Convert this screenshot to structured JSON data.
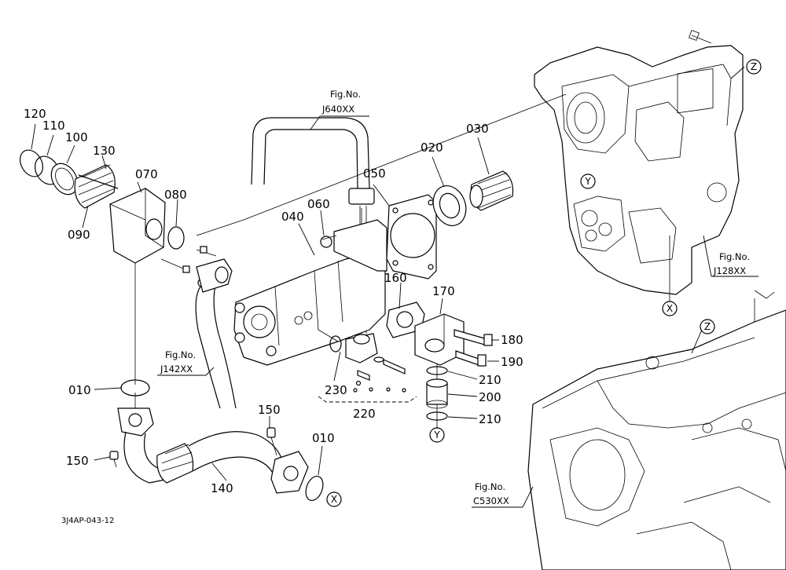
{
  "callouts": [
    {
      "id": "c120",
      "text": "120"
    },
    {
      "id": "c110",
      "text": "110"
    },
    {
      "id": "c100",
      "text": "100"
    },
    {
      "id": "c130",
      "text": "130"
    },
    {
      "id": "c070",
      "text": "070"
    },
    {
      "id": "c080",
      "text": "080"
    },
    {
      "id": "c090",
      "text": "090"
    },
    {
      "id": "c040",
      "text": "040"
    },
    {
      "id": "c060",
      "text": "060"
    },
    {
      "id": "c050",
      "text": "050"
    },
    {
      "id": "c020",
      "text": "020"
    },
    {
      "id": "c030",
      "text": "030"
    },
    {
      "id": "c160",
      "text": "160"
    },
    {
      "id": "c170",
      "text": "170"
    },
    {
      "id": "c180",
      "text": "180"
    },
    {
      "id": "c190",
      "text": "190"
    },
    {
      "id": "c210a",
      "text": "210"
    },
    {
      "id": "c200",
      "text": "200"
    },
    {
      "id": "c210b",
      "text": "210"
    },
    {
      "id": "c230",
      "text": "230"
    },
    {
      "id": "c220",
      "text": "220"
    },
    {
      "id": "c010a",
      "text": "010"
    },
    {
      "id": "c150a",
      "text": "150"
    },
    {
      "id": "c150b",
      "text": "150"
    },
    {
      "id": "c140",
      "text": "140"
    },
    {
      "id": "c010b",
      "text": "010"
    }
  ],
  "figure_refs": [
    {
      "id": "j640",
      "label": "Fig.No.",
      "code": "J640XX"
    },
    {
      "id": "j128",
      "label": "Fig.No.",
      "code": "J128XX"
    },
    {
      "id": "j142",
      "label": "Fig.No.",
      "code": "J142XX"
    },
    {
      "id": "c530",
      "label": "Fig.No.",
      "code": "C530XX"
    }
  ],
  "connection_markers": [
    {
      "id": "z1",
      "letter": "Z"
    },
    {
      "id": "z2",
      "letter": "Z"
    },
    {
      "id": "x1",
      "letter": "X"
    },
    {
      "id": "x2",
      "letter": "X"
    },
    {
      "id": "y1",
      "letter": "Y"
    },
    {
      "id": "y2",
      "letter": "Y"
    }
  ],
  "document_code": "3J4AP-043-12"
}
